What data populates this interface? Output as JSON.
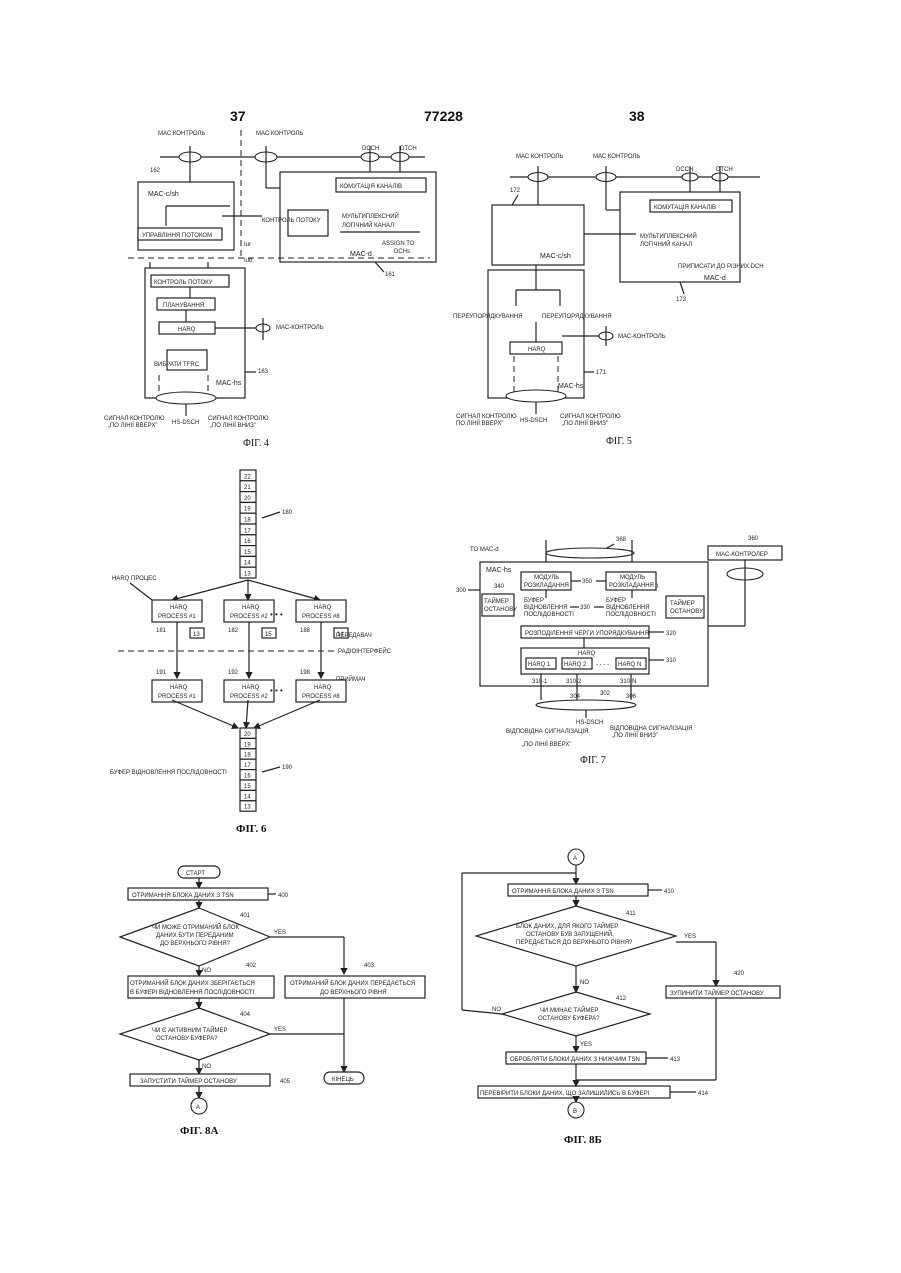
{
  "header": {
    "left_page": "37",
    "patent_number": "77228",
    "right_page": "38"
  },
  "fig4": {
    "caption": "ФІГ. 4",
    "mac_control_1": "МАС КОНТРОЛЬ",
    "mac_control_2": "МАС КОНТРОЛЬ",
    "dcch": "DCCH",
    "dtch": "DTCH",
    "ref_162": "162",
    "mac_c_sh": "MAC-c/sh",
    "switching": "КОМУТАЦІЯ КАНАЛІВ",
    "flow_control": "КОНТРОЛЬ ПОТОКУ",
    "mux_line1": "МУЛЬТИПЛЕКСНИЙ",
    "mux_line2": "ЛОГІЧНИЙ КАНАЛ",
    "flow_mgmt": "УПРАВЛІННЯ ПОТОКОМ",
    "assign_line1": "ASSIGN TO",
    "assign_line2": "DCHs",
    "iur": "Iur",
    "iub": "Iub",
    "mac_d": "MAC-d",
    "ref_161": "161",
    "flow_control_2": "КОНТРОЛЬ ПОТОКУ",
    "scheduling": "ПЛАНУВАННЯ",
    "harq": "HARQ",
    "mac_control_3": "МАС-КОНТРОЛЬ",
    "select_tfrc": "ВИБРАТИ TFRC",
    "mac_hs": "MAC-hs",
    "ref_163": "163",
    "hs_dsch": "HS-DSCH",
    "signal_up_1": "СИГНАЛ КОНТРОЛЮ",
    "signal_up_2": "„ПО ЛІНІЇ ВВЕРХ”",
    "signal_down_1": "СИГНАЛ КОНТРОЛЮ",
    "signal_down_2": "„ПО ЛІНІЇ ВНИЗ”"
  },
  "fig5": {
    "caption": "ФІГ. 5",
    "mac_control_1": "МАС КОНТРОЛЬ",
    "mac_control_2": "МАС КОНТРОЛЬ",
    "dcch": "DCCH",
    "dtch": "DTCH",
    "ref_172": "172",
    "switching": "КОМУТАЦІЯ КАНАЛІВ",
    "mux_line1": "МУЛЬТИПЛЕКСНИЙ",
    "mux_line2": "ЛОГІЧНИЙ КАНАЛ",
    "assign": "ПРИПИСАТИ ДО РІЗНИХ DCH",
    "mac_c_sh": "MAC-c/sh",
    "mac_d": "MAC-d",
    "ref_173": "173",
    "reorder_1": "ПЕРЕУПОРЯДКУВАННЯ",
    "reorder_2": "ПЕРЕУПОРЯДКУВАННЯ",
    "harq": "HARQ",
    "mac_control_3": "МАС-КОНТРОЛЬ",
    "mac_hs": "MAC-hs",
    "ref_171": "171",
    "hs_dsch": "HS-DSCH",
    "signal_up_1": "СИГНАЛ КОНТРОЛЮ",
    "signal_up_2": "ПО ЛІНІЇ ВВЕРХ”",
    "signal_down_1": "СИГНАЛ КОНТРОЛЮ",
    "signal_down_2": "„ПО ЛІНІЇ ВНИЗ”"
  },
  "fig6": {
    "caption": "ФІГ. 6",
    "top_stack": [
      "22",
      "21",
      "20",
      "19",
      "18",
      "17",
      "16",
      "15",
      "14",
      "13"
    ],
    "bottom_stack": [
      "20",
      "19",
      "18",
      "17",
      "16",
      "15",
      "14",
      "13"
    ],
    "ref_180": "180",
    "ref_190": "190",
    "harq_process_label": "HARQ ПРОЦЕС",
    "tx_proc": [
      {
        "l1": "HARQ",
        "l2": "PROCESS #1",
        "ref": "181",
        "tag": "13"
      },
      {
        "l1": "HARQ",
        "l2": "PROCESS #2",
        "ref": "182",
        "tag": "15"
      },
      {
        "l1": "HARQ",
        "l2": "PROCESS #8",
        "ref": "188",
        "tag": "14"
      }
    ],
    "rx_proc": [
      {
        "l1": "HARQ",
        "l2": "PROCESS #1",
        "ref": "191"
      },
      {
        "l1": "HARQ",
        "l2": "PROCESS #2",
        "ref": "192"
      },
      {
        "l1": "HARQ",
        "l2": "PROCESS #8",
        "ref": "198"
      }
    ],
    "dots": "• • •",
    "transmitter": "ПЕРЕДАВАЧ",
    "radio_interface": "РАДІОІНТЕРФЕЙС",
    "receiver": "ПРИЙМАЧ",
    "buffer_label": "БУФЕР ВІДНОВЛЕННЯ ПОСЛІДОВНОСТІ"
  },
  "fig7": {
    "caption": "ФІГ. 7",
    "to_mac_d": "TO MAC-d",
    "ref_368": "368",
    "ref_360": "360",
    "mac_controller": "MAC-КОНТРОЛЕР",
    "ref_300": "300",
    "mac_hs": "MAC-hs",
    "ref_340a": "340",
    "ref_340b": "340",
    "timer_l1": "ТАЙМЕР",
    "timer_l2": "ОСТАНОВУ",
    "disasm_l1": "МОДУЛЬ",
    "disasm_l2": "РОЗКЛАДАННЯ",
    "ref_350": "350",
    "buf_l1": "БУФЕР",
    "buf_l2": "ВІДНОВЛЕННЯ",
    "buf_l3": "ПОСЛІДОВНОСТІ",
    "ref_330": "330",
    "queue_dist": "РОЗПОДІЛЕННЯ ЧЕРГИ УПОРЯДКУВАННЯ",
    "ref_320": "320",
    "harq": "HARQ",
    "ref_310": "310",
    "harq1": "HARQ 1",
    "harq2": "HARQ 2",
    "harqn": "HARQ N",
    "dashes": "- - - -",
    "ref_3101": "310-1",
    "ref_3102": "310-2",
    "ref_310n": "310-N",
    "ref_304": "304",
    "ref_302": "302",
    "ref_306": "306",
    "hs_dsch": "HS-DSCH",
    "sig_up_1": "ВІДПОВІДНА СИГНАЛІЗАЦІЯ",
    "sig_up_2": "„ПО ЛІНІЇ ВВЕРХ”",
    "sig_down_1": "ВІДПОВІДНА СИГНАЛІЗАЦІЯ",
    "sig_down_2": "„ПО ЛІНІЇ ВНИЗ”"
  },
  "fig8a": {
    "caption": "ФІГ. 8А",
    "start": "СТАРТ",
    "receive": "ОТРИМАННЯ БЛОКА ДАНИХ З TSN",
    "ref_400": "400",
    "ref_401": "401",
    "q1_l1": "ЧИ МОЖЕ ОТРИМАНИЙ БЛОК",
    "q1_l2": "ДАНИХ БУТИ ПЕРЕДАНИМ",
    "q1_l3": "ДО ВЕРХНЬОГО РІВНЯ?",
    "yes1": "YES",
    "no1": "NO",
    "ref_402": "402",
    "ref_403": "403",
    "store_l1": "ОТРИМАНИЙ БЛОК ДАНИХ ЗБЕРІГАЄТЬСЯ",
    "store_l2": "В БУФЕРІ ВІДНОВЛЕННЯ ПОСЛІДОВНОСТІ",
    "pass_l1": "ОТРИМАНИЙ БЛОК ДАНИХ ПЕРЕДАЄТЬСЯ",
    "pass_l2": "ДО ВЕРХНЬОГО РІВНЯ",
    "ref_404": "404",
    "q2_l1": "ЧИ Є АКТИВНИМ ТАЙМЕР",
    "q2_l2": "ОСТАНОВУ БУФЕРА?",
    "yes2": "YES",
    "no2": "NO",
    "start_timer": "ЗАПУСТИТИ ТАЙМЕР ОСТАНОВУ",
    "ref_405": "405",
    "end": "КІНЕЦЬ",
    "conn": "A"
  },
  "fig8b": {
    "caption": "ФІГ. 8Б",
    "conn_a": "A",
    "conn_b": "B",
    "receive": "ОТРИМАННЯ БЛОКА ДАНИХ З TSN",
    "ref_410": "410",
    "ref_411": "411",
    "q1_l1": "БЛОК ДАНИХ, ДЛЯ ЯКОГО ТАЙМЕР",
    "q1_l2": "ОСТАНОВУ БУВ ЗАПУЩЕНИЙ,",
    "q1_l3": "ПЕРЕДАЄТЬСЯ ДО ВЕРХНЬОГО РІВНЯ?",
    "yes1": "YES",
    "no1": "NO",
    "ref_420": "420",
    "stop_timer": "ЗУПИНИТИ ТАЙМЕР ОСТАНОВУ",
    "ref_412": "412",
    "q2_l1": "ЧИ МИНАЄ ТАЙМЕР",
    "q2_l2": "ОСТАНОВУ БУФЕРА?",
    "no2": "NO",
    "yes2": "YES",
    "process": "ОБРОБЛЯТИ БЛОКИ ДАНИХ З НИЖЧИМ TSN",
    "ref_413": "413",
    "check": "ПЕРЕВІРИТИ БЛОКИ ДАНИХ, ЩО ЗАЛИШИЛИСЬ В БУФЕРІ",
    "ref_414": "414"
  }
}
